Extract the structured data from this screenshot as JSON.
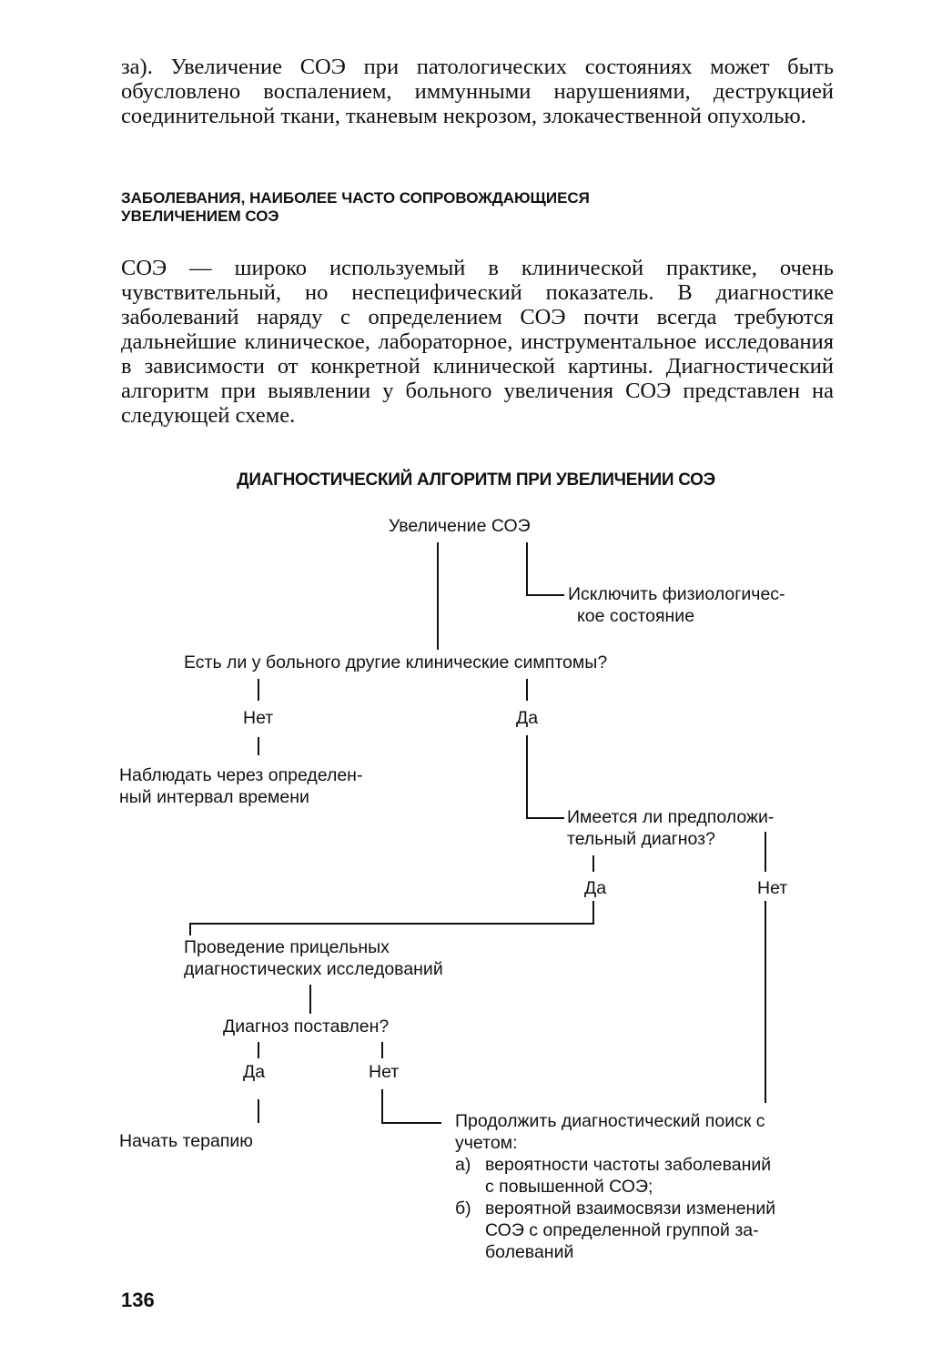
{
  "intro_paragraph": "за). Увеличение СОЭ при патологических состояниях может быть обусловлено воспалением, иммунными нарушениями, деструкцией соединительной ткани, тканевым некрозом, злокачественной опухолью.",
  "section_heading_line1": "ЗАБОЛЕВАНИЯ, НАИБОЛЕЕ ЧАСТО СОПРОВОЖДАЮЩИЕСЯ",
  "section_heading_line2": "УВЕЛИЧЕНИЕМ СОЭ",
  "body_paragraph": "СОЭ — широко используемый в клинической практике, очень чувствительный, но неспецифический показатель. В диагностике заболеваний наряду с определением СОЭ почти всегда требуются дальнейшие клиническое, лабораторное, инструментальное исследования в зависимости от конкретной клинической картины. Диагностический алгоритм при выявлении у больного увеличения СОЭ представлен на следующей схеме.",
  "flowchart": {
    "title": "ДИАГНОСТИЧЕСКИЙ АЛГОРИТМ ПРИ УВЕЛИЧЕНИИ СОЭ",
    "start": "Увеличение СОЭ",
    "exclude_line1": "Исключить физиологичес-",
    "exclude_line2": "кое состояние",
    "question1": "Есть ли у больного другие клинические  симптомы?",
    "no_label": "Нет",
    "yes_label": "Да",
    "observe_line1": "Наблюдать через определен-",
    "observe_line2": "ный интервал времени",
    "question2_line1": "Имеется ли предположи-",
    "question2_line2": "тельный диагноз?",
    "targeted_line1": "Проведение  прицельных",
    "targeted_line2": "диагностических  исследований",
    "question3": "Диагноз  поставлен?",
    "therapy": "Начать терапию",
    "continue_line1": "Продолжить диагностический поиск с",
    "continue_line2": "учетом:",
    "item_a_marker": "а)",
    "item_a_line1": "вероятности частоты заболеваний",
    "item_a_line2": "с повышенной СОЭ;",
    "item_b_marker": "б)",
    "item_b_line1": "вероятной взаимосвязи изменений",
    "item_b_line2": "СОЭ с определенной группой за-",
    "item_b_line3": "болеваний"
  },
  "page_number": "136"
}
